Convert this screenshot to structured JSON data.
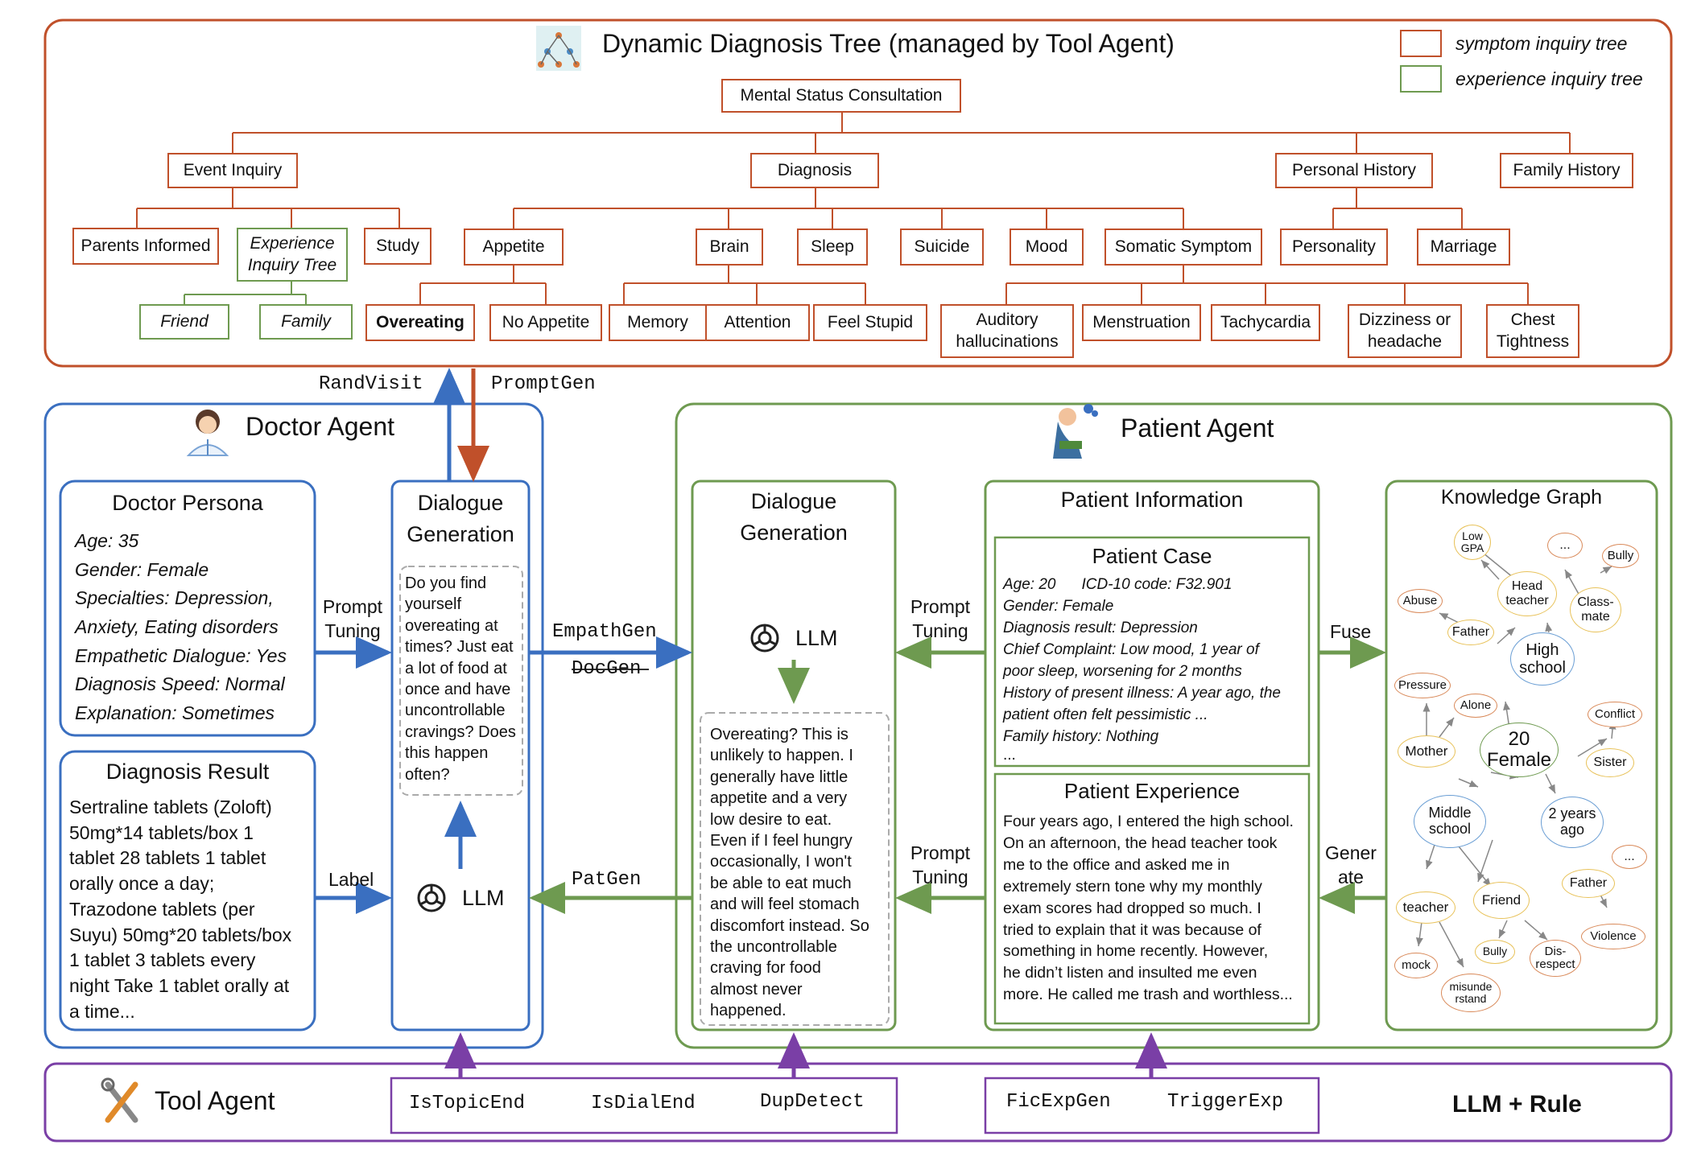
{
  "tree": {
    "title": "Dynamic Diagnosis Tree (managed by Tool Agent)",
    "legend": {
      "symptom": "symptom inquiry tree",
      "experience": "experience inquiry tree"
    },
    "root": "Mental Status Consultation",
    "level1": {
      "event": "Event Inquiry",
      "diagnosis": "Diagnosis",
      "personal": "Personal History",
      "family": "Family History"
    },
    "event_children": {
      "parents": "Parents Informed",
      "experience": "Experience Inquiry Tree",
      "study": "Study"
    },
    "experience_children": {
      "friend": "Friend",
      "family": "Family"
    },
    "diagnosis_children": {
      "appetite": "Appetite",
      "brain": "Brain",
      "sleep": "Sleep",
      "suicide": "Suicide",
      "mood": "Mood",
      "somatic": "Somatic Symptom"
    },
    "personal_children": {
      "personality": "Personality",
      "marriage": "Marriage"
    },
    "appetite_children": {
      "overeating": "Overeating",
      "no_appetite": "No Appetite"
    },
    "brain_children": {
      "memory": "Memory",
      "attention": "Attention",
      "feel_stupid": "Feel Stupid"
    },
    "somatic_children": {
      "auditory": "Auditory hallucinations",
      "menstruation": "Menstruation",
      "tachycardia": "Tachycardia",
      "dizziness": "Dizziness or headache",
      "chest": "Chest Tightness"
    }
  },
  "arrows": {
    "randvisit": "RandVisit",
    "promptgen": "PromptGen",
    "empathgen": "EmpathGen",
    "docgen": "DocGen",
    "patgen": "PatGen",
    "prompt_tuning": "Prompt Tuning",
    "label": "Label",
    "fuse": "Fuse",
    "generate": "Generate"
  },
  "doctor": {
    "title": "Doctor Agent",
    "persona_title": "Doctor Persona",
    "persona": [
      "Age: 35",
      "Gender: Female",
      "Specialties: Depression,",
      "Anxiety, Eating disorders",
      "Empathetic Dialogue: Yes",
      "Diagnosis Speed: Normal",
      "Explanation: Sometimes"
    ],
    "result_title": "Diagnosis Result",
    "result": [
      "Sertraline tablets (Zoloft)",
      "50mg*14 tablets/box 1",
      "tablet 28 tablets 1 tablet",
      "orally once a day;",
      "Trazodone tablets (per",
      "Suyu) 50mg*20 tablets/box",
      "1 tablet 3 tablets every",
      "night Take 1 tablet orally at",
      "a time..."
    ],
    "dialogue_title": "Dialogue Generation",
    "utterance": [
      "Do you find",
      "yourself",
      "overeating at",
      "times? Just eat",
      "a lot of food at",
      "once and have",
      "uncontrollable",
      "cravings? Does",
      "this happen",
      "often?"
    ],
    "llm": "LLM"
  },
  "patient": {
    "title": "Patient Agent",
    "dialogue_title": "Dialogue Generation",
    "llm": "LLM",
    "utterance": [
      "Overeating? This is",
      "unlikely to happen. I",
      "generally have little",
      "appetite and a very",
      "low desire to eat.",
      "Even if I feel hungry",
      "occasionally, I won't",
      "be able to eat much",
      "and will feel stomach",
      "discomfort instead. So",
      "the uncontrollable",
      "craving for food",
      "almost never",
      "happened."
    ],
    "info_title": "Patient Information",
    "case_title": "Patient Case",
    "case_age": "Age: 20",
    "case_icd": "ICD-10 code: F32.901",
    "case": [
      "Gender: Female",
      "Diagnosis result: Depression",
      "Chief Complaint: Low mood, 1 year of",
      "poor sleep, worsening for 2 months",
      "History of present illness: A year ago, the",
      "patient often felt pessimistic ...",
      "Family history: Nothing"
    ],
    "case_more": "...",
    "exp_title": "Patient Experience",
    "experience": [
      "Four years ago, I entered the high school.",
      "On an afternoon, the head teacher took",
      "me to the office and asked me in",
      "extremely stern tone why my monthly",
      "exam scores had dropped so much. I",
      "tried to explain that it was because of",
      "something in home recently. However,",
      "he didn’t listen and insulted me even",
      "more. He called me trash and worthless..."
    ],
    "kg_title": "Knowledge Graph",
    "kg": {
      "low_gpa": "Low GPA",
      "head_teacher": "Head teacher",
      "dots1": "...",
      "bully1": "Bully",
      "abuse": "Abuse",
      "classmate": "Class-mate",
      "father1": "Father",
      "high_school": "High school",
      "pressure": "Pressure",
      "alone": "Alone",
      "conflict": "Conflict",
      "mother": "Mother",
      "female": "20 Female",
      "sister": "Sister",
      "middle_school": "Middle school",
      "two_years": "2 years ago",
      "dots2": "...",
      "father2": "Father",
      "teacher": "teacher",
      "friend": "Friend",
      "violence": "Violence",
      "mock": "mock",
      "bully2": "Bully",
      "disrespect": "Dis-respect",
      "misunderstand": "misunde rstand"
    }
  },
  "tool": {
    "title": "Tool Agent",
    "group1": [
      "IsTopicEnd",
      "IsDialEnd",
      "DupDetect"
    ],
    "group2": [
      "FicExpGen",
      "TriggerExp"
    ],
    "mode": "LLM + Rule"
  },
  "colors": {
    "tree": "#c0502a",
    "doctor": "#3a6fc0",
    "patient": "#6e9a50",
    "tool": "#7a3fa6",
    "experience": "#6e9a50"
  }
}
